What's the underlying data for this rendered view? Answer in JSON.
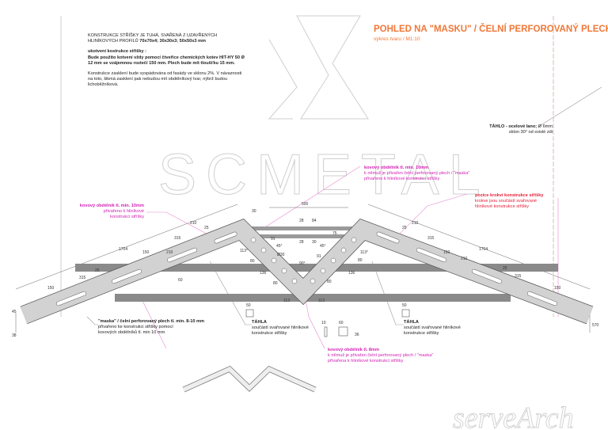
{
  "header": {
    "title": "POHLED NA \"MASKU\" / ČELNÍ PERFOROVANÝ  PLECH",
    "subtitle": "výkres tvaru /  M1:10"
  },
  "notes": {
    "line1": "KONSTRUKCE  STŘÍŠKY JE TUHÁ, SVAŘENÁ Z UZAVŘENÝCH",
    "line2a": "HLINÍKOVÝCH PROFILŮ ",
    "line2b": "70x70x4; 30x30x3; 50x50x3 mm",
    "anchor_title": "ukotvení kostrukce střišky :",
    "anchor_text": "Bude použito kotvení vždy pomocí čtveřice chemických kotev HIT-HY 50 Ø 12 mm se vzájemnou roztečí 150 mm. Plech bude mít tloušťku 15 mm.",
    "glazing_text": "Konstrukce zasklení bude vyspádována od fasády ve sklonu 2%. V návaznosti na toto, šikmá zasklení pak nebudou mít obdélníkový tvar, nýbrž budou lichoběžníková."
  },
  "logo": {
    "text": "SCMETAL"
  },
  "watermark": {
    "text": "serveArch"
  },
  "annotations": {
    "tahlo_cable_title": "TÁHLO - ocelové lano;",
    "tahlo_cable_value": " Ø 6mm",
    "tahlo_cable_sub": "sklon 30° od svislé zdi",
    "rect_top_title": "kovový obdélník tl. min. 10mm",
    "rect_top_l1": "k němuž je přivařen čelní perforovaný plech / \"maska\"",
    "rect_top_l2": "přivařeno k hliníkové konstrukci střišky",
    "rect_left_title": "kovový obdélník tl. min. 10mm",
    "rect_left_l1": "přivařeno k hliníkové",
    "rect_left_l2": "konstrukci stříšky",
    "rafter_title": "pozice krokví konstrukce střišky",
    "rafter_l1": "krokve jsou součástí svařované",
    "rafter_l2": "hliníkové konstrukce střišky",
    "mask_title": "\"maska\" / čelní perforovaný plech tl. min. 8-10 mm",
    "mask_l1": "přivařeno ke konstrukci střišky pomocí",
    "mask_l2": "kovových obdélníků tl. min 10 mm",
    "tahla_left_title": "TÁHLA",
    "tahla_left_l1": "součástí svařované hliníkové",
    "tahla_left_l2": "konstrukce střišky",
    "tahla_right_title": "TÁHLA",
    "tahla_right_l1": "součástí svařované hliníkové",
    "tahla_right_l2": "konstrukce střišky",
    "rect8_title": "kovový obdélník tl. 8mm",
    "rect8_l1": "k němuž je přivařen čelní perforovaný plech / \"maska\"",
    "rect8_l2": "přivařena k hliníkové konstrukci střišky"
  },
  "dimensions": {
    "top_span": "500",
    "d30": "30",
    "d28a": "28",
    "d28b": "28",
    "d30b": "30",
    "d84": "84",
    "d75": "75",
    "a113l": "113°",
    "a113r": "113°",
    "a90": "90°",
    "a45l": "45°",
    "a45r": "45°",
    "phi30": "Ø30",
    "d91a": "91",
    "d91b": "91",
    "d80a": "80",
    "d80b": "80",
    "d80c": "80",
    "d80d": "80",
    "d136a": "136",
    "d136b": "136",
    "d113a": "113",
    "d113b": "113",
    "d1704l": "1704",
    "d1704r": "1704",
    "d315l": "315",
    "d315r": "315",
    "d315l2": "315",
    "d315r2": "315",
    "d210l": "210",
    "d210r": "210",
    "d210l2": "210",
    "d210r2": "210",
    "d25l": "25",
    "d25r": "25",
    "d150l": "150",
    "d150r": "150",
    "d150l2": "150",
    "d150r2": "150",
    "d60": "60",
    "d570": "570",
    "d45": "45",
    "d38": "38",
    "d50a": "50",
    "d50b": "50",
    "d10": "10",
    "d60b": "60",
    "d36": "36"
  },
  "colors": {
    "magenta": "#d21fb4",
    "red": "#e8203a",
    "orange": "#f07838",
    "plate": "#cfcfcf",
    "bar": "#8a8a8a"
  }
}
